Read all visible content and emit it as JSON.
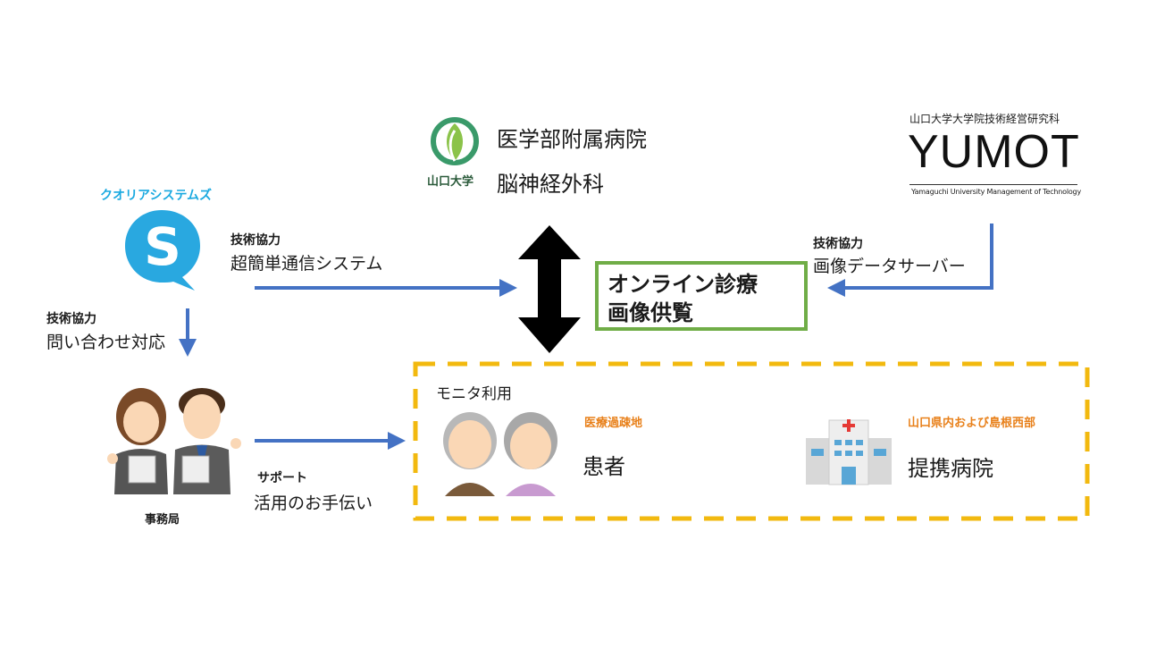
{
  "hospital": {
    "logo_text": "山口大学",
    "name_line1": "医学部附属病院",
    "name_line2": "脳神経外科"
  },
  "yumot": {
    "header": "山口大学大学院技術経営研究科",
    "logo": "YUMOT",
    "subtitle": "Yamaguchi University Management of Technology",
    "role_small": "技術協力",
    "role_main": "画像データサーバー"
  },
  "qualia": {
    "name": "クオリアシステムズ",
    "role1_small": "技術協力",
    "role1_main": "超簡単通信システム",
    "role2_small": "技術協力",
    "role2_main": "問い合わせ対応"
  },
  "center_box": {
    "line1": "オンライン診療",
    "line2": "画像供覧"
  },
  "office": {
    "label": "事務局",
    "support_small": "サポート",
    "support_main": "活用のお手伝い"
  },
  "monitor": {
    "title": "モニタ利用",
    "patients_region": "医療過疎地",
    "patients_label": "患者",
    "hospital_region": "山口県内および島根西部",
    "hospital_label": "提携病院"
  },
  "colors": {
    "arrow_blue": "#4472c4",
    "box_green": "#70ad47",
    "dash_yellow": "#f2b90f",
    "accent_orange": "#e8801a",
    "brand_cyan": "#19a9e0"
  }
}
